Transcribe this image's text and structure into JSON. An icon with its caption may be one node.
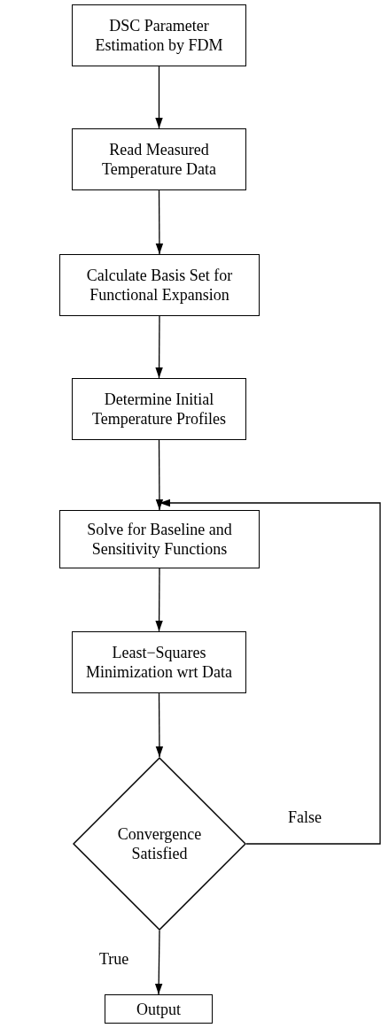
{
  "diagram": {
    "nodes": [
      {
        "text": [
          "DSC Parameter Estimation by FDM"
        ]
      },
      {
        "text": [
          "Read Measured Temperature Data"
        ]
      },
      {
        "text": [
          "Calculate Basis Set for Functional Expansion"
        ]
      },
      {
        "text": [
          "Determine Initial Temperature Profiles"
        ]
      },
      {
        "text": [
          "Solve for Baseline and Sensitivity Functions"
        ]
      },
      {
        "text": [
          "Least−Squares Minimization wrt Data"
        ]
      },
      {
        "text": [
          "Convergence Satisfied"
        ]
      },
      {
        "text": [
          "Output"
        ]
      }
    ],
    "edges": [
      {
        "from": 0,
        "to": 1,
        "arrow": "to"
      },
      {
        "from": 1,
        "to": 2,
        "arrow": "to"
      },
      {
        "from": 2,
        "to": 3,
        "arrow": "to"
      },
      {
        "from": 3,
        "to": 4,
        "arrow": "to"
      },
      {
        "from": 4,
        "to": 5,
        "arrow": "to"
      },
      {
        "from": 5,
        "to": 6,
        "arrow": "to"
      },
      {
        "from": 6,
        "to": 4,
        "arrow": "to",
        "label": "False"
      },
      {
        "from": 6,
        "to": 7,
        "arrow": "to",
        "label": "True"
      }
    ]
  }
}
